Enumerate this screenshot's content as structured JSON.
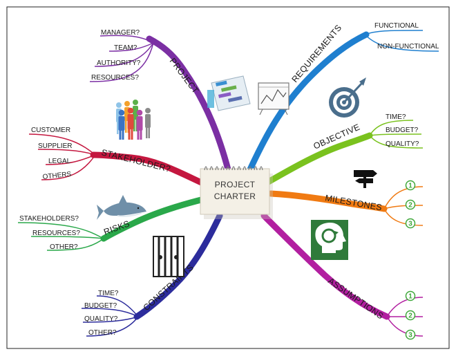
{
  "center": {
    "line1": "PROJECT",
    "line2": "CHARTER"
  },
  "branches": {
    "project": {
      "label": "PROJECT",
      "color": "#7b2fa3",
      "items": [
        "MANAGER?",
        "TEAM?",
        "AUTHORITY?",
        "RESOURCES?"
      ]
    },
    "stakeholder": {
      "label": "STAKEHOLDER?",
      "color": "#c4173f",
      "items": [
        "CUSTOMER",
        "SUPPLIER",
        "LEGAL",
        "OTHERS"
      ]
    },
    "risks": {
      "label": "RISKS",
      "color": "#2aa84a",
      "items": [
        "STAKEHOLDERS?",
        "RESOURCES?",
        "OTHER?"
      ]
    },
    "constraints": {
      "label": "CONSTRAINTS",
      "color": "#2c2c9c",
      "items": [
        "TIME?",
        "BUDGET?",
        "QUALITY?",
        "OTHER?"
      ]
    },
    "requirements": {
      "label": "REQUIREMENTS",
      "color": "#1f7fcf",
      "items": [
        "FUNCTIONAL",
        "NON-FUNCTIONAL"
      ]
    },
    "objective": {
      "label": "OBJECTIVE",
      "color": "#7ac21e",
      "items": [
        "TIME?",
        "BUDGET?",
        "QUALITY?"
      ]
    },
    "milestones": {
      "label": "MILESTONES",
      "color": "#f07a12",
      "items": [
        "1",
        "2",
        "3"
      ]
    },
    "assumptions": {
      "label": "ASSUMPTIONS",
      "color": "#b21fa0",
      "items": [
        "1",
        "2",
        "3"
      ]
    }
  },
  "icons": [
    "people-icon",
    "gantt-chart-icon",
    "chart-board-icon",
    "target-icon",
    "signpost-icon",
    "shark-icon",
    "jail-icon",
    "head-cycle-icon"
  ]
}
